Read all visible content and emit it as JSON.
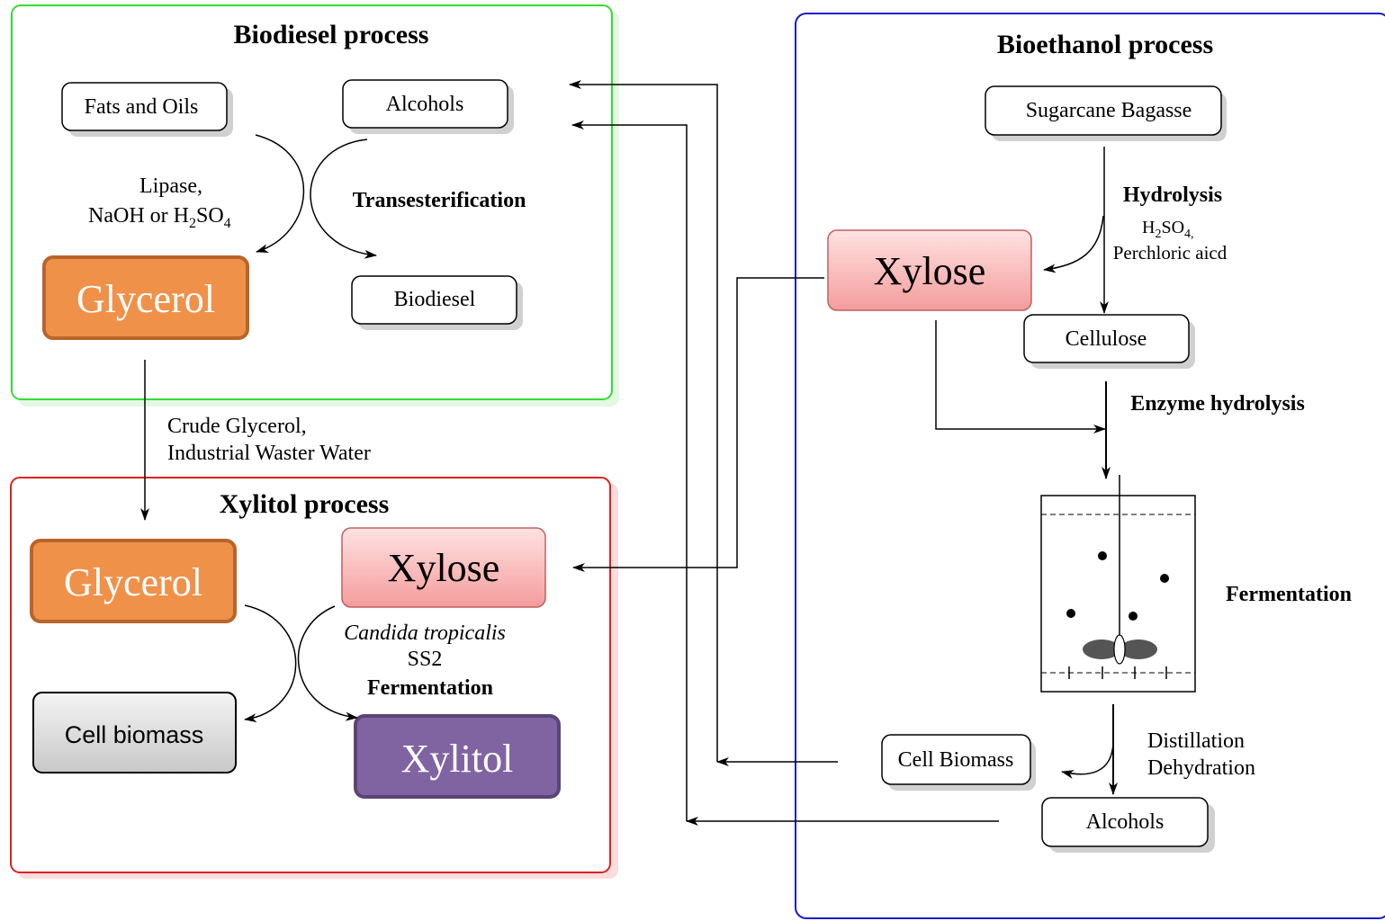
{
  "colors": {
    "biodiesel_border": "#33dd33",
    "bioethanol_border": "#1a1acc",
    "xylitol_border": "#dd2222",
    "glycerol_fill": "#f0914a",
    "glycerol_border": "#b8652a",
    "xylose_fill_top": "#ffd0d0",
    "xylose_fill_bottom": "#f59a9a",
    "xylitol_fill": "#8064a2",
    "cell_biomass_fill": "#dddddd"
  },
  "biodiesel": {
    "title": "Biodiesel process",
    "fats_oils": "Fats and Oils",
    "alcohols": "Alcohols",
    "catalyst_line1": "Lipase,",
    "catalyst_line2_prefix": "NaOH or H",
    "catalyst_sub2": "2",
    "catalyst_so": "SO",
    "catalyst_sub4": "4",
    "reaction": "Transesterification",
    "glycerol": "Glycerol",
    "biodiesel": "Biodiesel"
  },
  "transfer": {
    "line1": "Crude Glycerol,",
    "line2": "Industrial Waster Water"
  },
  "xylitol": {
    "title": "Xylitol process",
    "glycerol": "Glycerol",
    "xylose": "Xylose",
    "organism": "Candida tropicalis",
    "strain": "SS2",
    "step": "Fermentation",
    "cell_biomass": "Cell biomass",
    "xylitol": "Xylitol"
  },
  "bioethanol": {
    "title": "Bioethanol process",
    "bagasse": "Sugarcane Bagasse",
    "hydrolysis": "Hydrolysis",
    "acid_h": "H",
    "acid_sub2": "2",
    "acid_so": "SO",
    "acid_sub4": "4,",
    "acid2": "Perchloric aicd",
    "xylose": "Xylose",
    "cellulose": "Cellulose",
    "enzyme": "Enzyme hydrolysis",
    "fermentation": "Fermentation",
    "distillation": "Distillation",
    "dehydration": "Dehydration",
    "cell_biomass": "Cell Biomass",
    "alcohols": "Alcohols"
  }
}
